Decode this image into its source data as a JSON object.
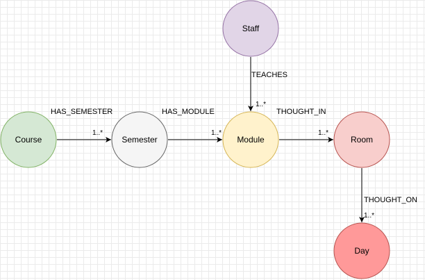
{
  "nodes": {
    "course": {
      "label": "Course",
      "fill": "#d5e8d4",
      "stroke": "#82b366"
    },
    "semester": {
      "label": "Semester",
      "fill": "#f5f5f5",
      "stroke": "#666666"
    },
    "module": {
      "label": "Module",
      "fill": "#fff2cc",
      "stroke": "#d6b656"
    },
    "staff": {
      "label": "Staff",
      "fill": "#e1d5e7",
      "stroke": "#9673a6"
    },
    "room": {
      "label": "Room",
      "fill": "#f8cecc",
      "stroke": "#b85450"
    },
    "day": {
      "label": "Day",
      "fill": "#ff9999",
      "stroke": "#b85450"
    }
  },
  "edges": {
    "course_semester": {
      "label": "HAS_SEMESTER",
      "multiplicity": "1..*"
    },
    "semester_module": {
      "label": "HAS_MODULE",
      "multiplicity": "1..*"
    },
    "staff_module": {
      "label": "TEACHES",
      "multiplicity": "1..*"
    },
    "module_room": {
      "label": "THOUGHT_IN",
      "multiplicity": "1..*"
    },
    "room_day": {
      "label": "THOUGHT_ON",
      "multiplicity": "1..*"
    }
  },
  "colors": {
    "edge": "#000000",
    "grid": "#ebebeb",
    "background": "#ffffff"
  }
}
